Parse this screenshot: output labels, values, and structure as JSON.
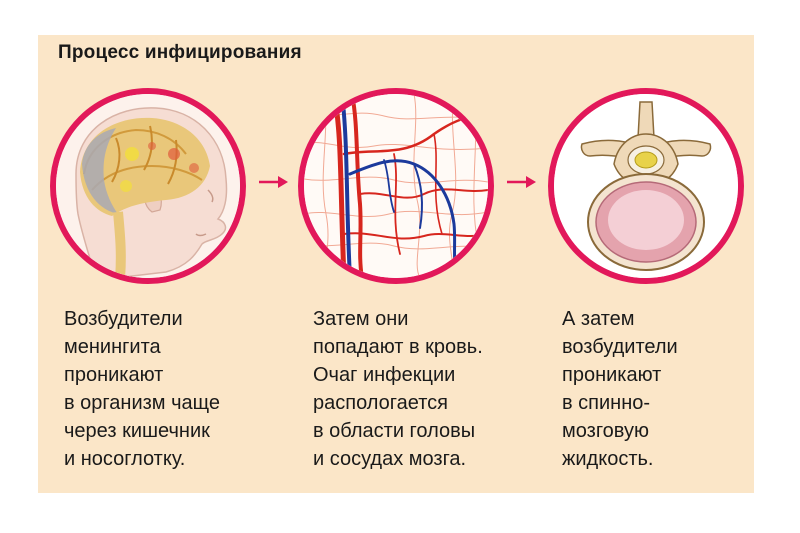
{
  "title": "Процесс инфицирования",
  "steps": [
    {
      "image": "child-head-brain",
      "lines": [
        "Возбудители",
        "менингита",
        "проникают",
        "в организм чаще",
        "через кишечник",
        "и носоглотку."
      ]
    },
    {
      "image": "blood-vessels",
      "lines": [
        "Затем они",
        "попадают в кровь.",
        "Очаг инфекции",
        "распологается",
        "в области головы",
        "и сосудах мозга."
      ]
    },
    {
      "image": "spinal-vertebra",
      "lines": [
        "А затем",
        "возбудители",
        "проникают",
        "в спинно-",
        "мозговую",
        "жидкость."
      ]
    }
  ],
  "colors": {
    "panel_background": "#fbe6c8",
    "circle_border": "#e2185a",
    "arrow": "#e2185a",
    "text": "#1a1a1a"
  }
}
